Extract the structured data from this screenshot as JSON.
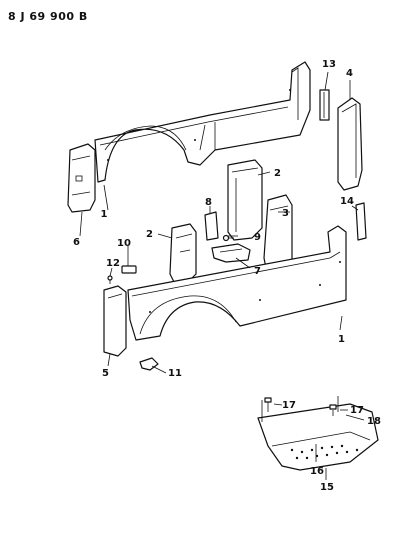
{
  "diagram_code": "8 J 69 900 B",
  "callouts": [
    "1",
    "2",
    "2",
    "3",
    "4",
    "5",
    "6",
    "7",
    "8",
    "9",
    "10",
    "11",
    "12",
    "13",
    "14",
    "15",
    "16",
    "17",
    "17",
    "18",
    "1"
  ]
}
